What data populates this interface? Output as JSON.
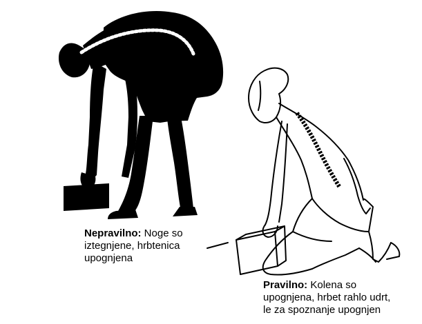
{
  "wrong": {
    "label": "Nepravilno:",
    "line1": " Noge so",
    "line2": "iztegnjene, hrbtenica",
    "line3": "upognjena"
  },
  "right": {
    "label": "Pravilno:",
    "line1": " Kolena so",
    "line2": "upognjena, hrbet rahlo udrt,",
    "line3": "le za spoznanje upognjen"
  },
  "colors": {
    "ink": "#000000",
    "paper": "#ffffff",
    "spine": "#ffffff"
  },
  "icons": [
    "bent-over-silhouette",
    "kneeling-woman-drawing",
    "box-icon",
    "spine-icon"
  ]
}
